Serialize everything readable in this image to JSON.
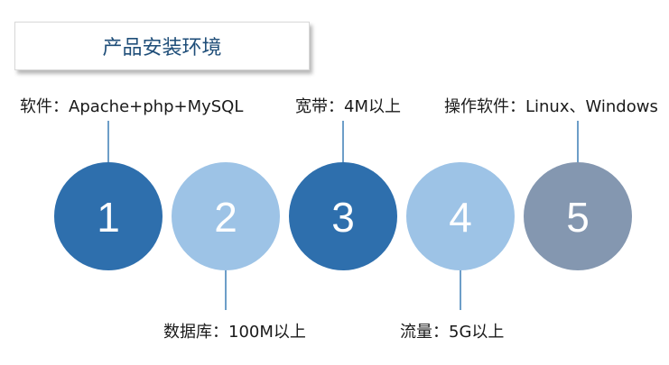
{
  "title": "产品安装环境",
  "items": [
    {
      "number": "1",
      "label": "软件：Apache+php+MySQL",
      "color": "#2e6fad",
      "label_position": "top"
    },
    {
      "number": "2",
      "label": "数据库：100M以上",
      "color": "#9dc3e6",
      "label_position": "bottom"
    },
    {
      "number": "3",
      "label": "宽带：4M以上",
      "color": "#2e6fad",
      "label_position": "top"
    },
    {
      "number": "4",
      "label": "流量：5G以上",
      "color": "#9dc3e6",
      "label_position": "bottom"
    },
    {
      "number": "5",
      "label": "操作软件：Linux、Windows",
      "color": "#8497b0",
      "label_position": "top"
    }
  ],
  "stem_color": "#6d9ec8"
}
